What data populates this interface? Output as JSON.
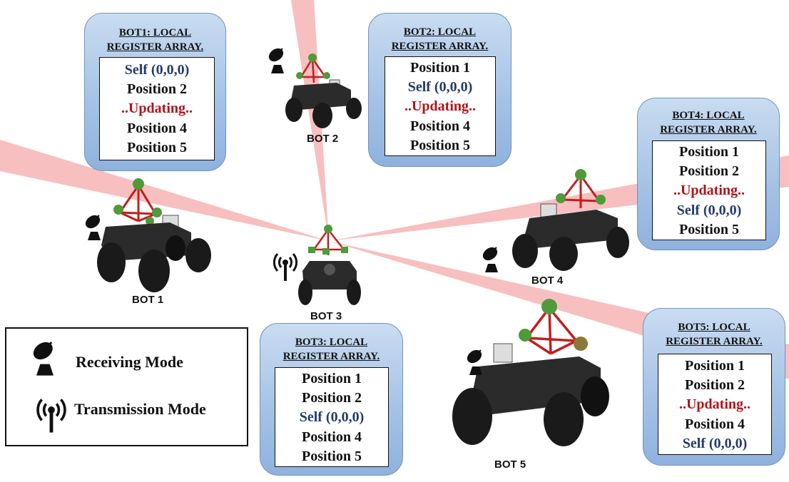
{
  "bots": [
    {
      "id": "bot1",
      "label": "BOT 1",
      "mode": "receiving",
      "register_title": [
        "BOT1: LOCAL",
        "REGISTER ARRAY."
      ],
      "entries": [
        {
          "text": "Self (0,0,0)",
          "state": "self"
        },
        {
          "text": "Position 2",
          "state": "normal"
        },
        {
          "text": "..Updating..",
          "state": "updating"
        },
        {
          "text": "Position 4",
          "state": "normal"
        },
        {
          "text": "Position 5",
          "state": "normal"
        }
      ]
    },
    {
      "id": "bot2",
      "label": "BOT 2",
      "mode": "receiving",
      "register_title": [
        "BOT2: LOCAL",
        "REGISTER ARRAY."
      ],
      "entries": [
        {
          "text": "Position 1",
          "state": "normal"
        },
        {
          "text": "Self (0,0,0)",
          "state": "self"
        },
        {
          "text": "..Updating..",
          "state": "updating"
        },
        {
          "text": "Position 4",
          "state": "normal"
        },
        {
          "text": "Position 5",
          "state": "normal"
        }
      ]
    },
    {
      "id": "bot3",
      "label": "BOT 3",
      "mode": "transmission",
      "register_title": [
        "BOT3: LOCAL",
        "REGISTER ARRAY."
      ],
      "entries": [
        {
          "text": "Position 1",
          "state": "normal"
        },
        {
          "text": "Position 2",
          "state": "normal"
        },
        {
          "text": "Self (0,0,0)",
          "state": "self"
        },
        {
          "text": "Position 4",
          "state": "normal"
        },
        {
          "text": "Position 5",
          "state": "normal"
        }
      ]
    },
    {
      "id": "bot4",
      "label": "BOT 4",
      "mode": "receiving",
      "register_title": [
        "BOT4: LOCAL",
        "REGISTER ARRAY."
      ],
      "entries": [
        {
          "text": "Position 1",
          "state": "normal"
        },
        {
          "text": "Position 2",
          "state": "normal"
        },
        {
          "text": "..Updating..",
          "state": "updating"
        },
        {
          "text": "Self (0,0,0)",
          "state": "self"
        },
        {
          "text": "Position 5",
          "state": "normal"
        }
      ]
    },
    {
      "id": "bot5",
      "label": "BOT 5",
      "mode": "receiving",
      "register_title": [
        "BOT5: LOCAL",
        "REGISTER ARRAY."
      ],
      "entries": [
        {
          "text": "Position 1",
          "state": "normal"
        },
        {
          "text": "Position 2",
          "state": "normal"
        },
        {
          "text": "..Updating..",
          "state": "updating"
        },
        {
          "text": "Position 4",
          "state": "normal"
        },
        {
          "text": "Self (0,0,0)",
          "state": "self"
        }
      ]
    }
  ],
  "legend": {
    "receiving_label": "Receiving Mode",
    "transmission_label": "Transmission Mode",
    "receiving_icon": "satellite-dish-icon",
    "transmission_icon": "antenna-signal-icon"
  },
  "colors": {
    "beam": "#f08a8a",
    "panel_top": "#c9dcf1",
    "panel_bottom": "#8fb2de",
    "panel_border": "#6f93c2",
    "self_text": "#243a6b",
    "updating_text": "#b3121a",
    "robot_body": "#2b2b2b",
    "mast": "#c41e1e",
    "sensor": "#4f9a3a"
  }
}
